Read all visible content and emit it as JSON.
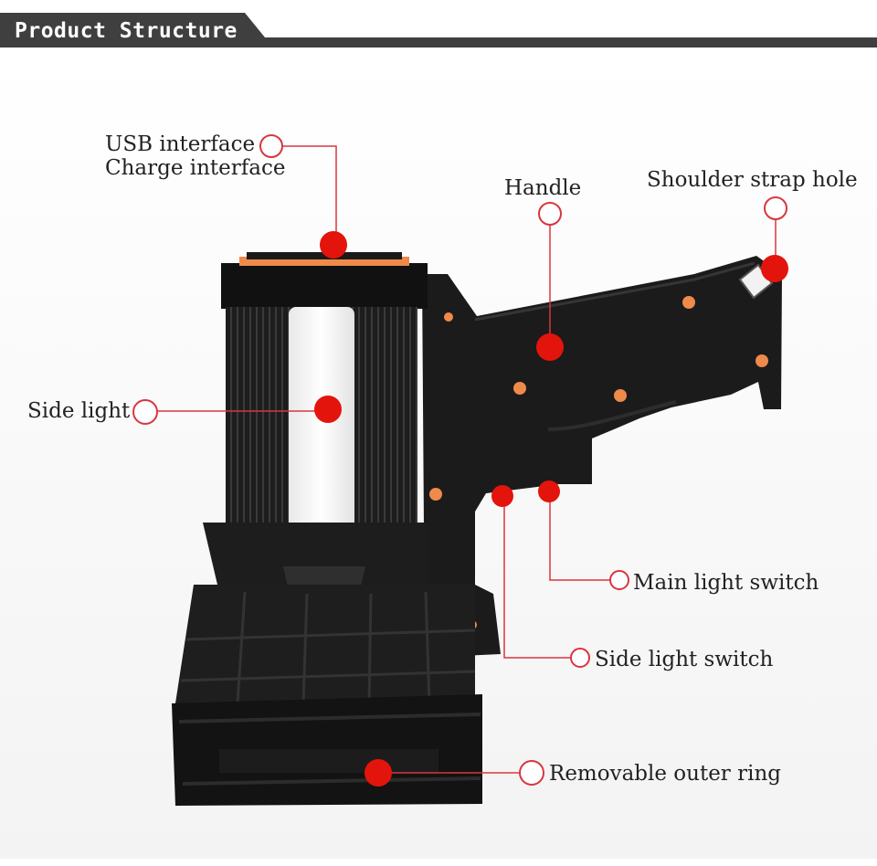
{
  "header": {
    "title": "Product Structure"
  },
  "labels": {
    "usb_interface": "USB interface",
    "charge_interface": "Charge interface",
    "handle": "Handle",
    "shoulder_strap_hole": "Shoulder strap hole",
    "side_light": "Side light",
    "main_light_switch": "Main light switch",
    "side_light_switch": "Side light switch",
    "removable_outer_ring": "Removable outer ring"
  },
  "colors": {
    "header_bg": "#3f3f3f",
    "marker_red": "#e3140c",
    "callout_line": "#d9363e",
    "body_black": "#1b1b1b",
    "accent_orange": "#ef8a4a"
  }
}
